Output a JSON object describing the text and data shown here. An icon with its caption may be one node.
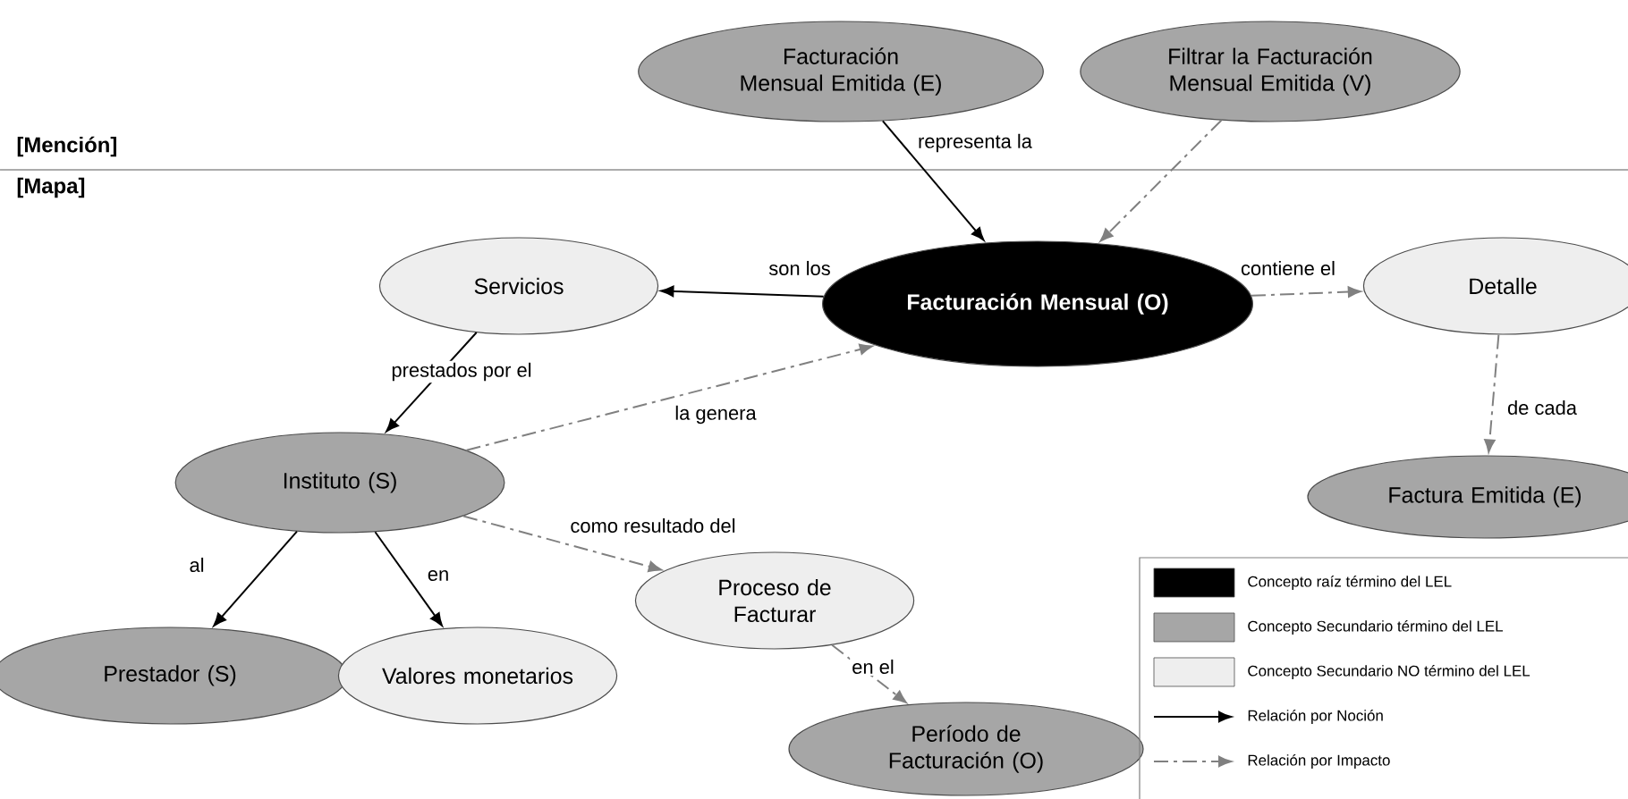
{
  "diagram": {
    "nodes": [
      {
        "text": [
          "Facturación Mensual Emitida (E)"
        ]
      },
      {
        "text": [
          "Filtrar la Facturación Mensual Emitida (V)"
        ]
      },
      {
        "text": [
          "Facturación Mensual (O)"
        ]
      },
      {
        "text": [
          "Servicios"
        ]
      },
      {
        "text": [
          "Detalle"
        ]
      },
      {
        "text": [
          "Instituto (S)"
        ]
      },
      {
        "text": [
          "Factura Emitida (E)"
        ]
      },
      {
        "text": [
          "Proceso de Facturar"
        ]
      },
      {
        "text": [
          "Prestador (S)"
        ]
      },
      {
        "text": [
          "Valores monetarios"
        ]
      },
      {
        "text": [
          "Período de Facturación (O)"
        ]
      }
    ],
    "edges": [
      {
        "from": 0,
        "to": 2,
        "arrow": "to",
        "label": "representa la",
        "color": "#000000"
      },
      {
        "from": 1,
        "to": 2,
        "arrow": "to",
        "style": "dashed",
        "color": "#808080"
      },
      {
        "from": 2,
        "to": 3,
        "arrow": "to",
        "label": "son los",
        "color": "#000000"
      },
      {
        "from": 2,
        "to": 4,
        "arrow": "to",
        "label": "contiene el",
        "style": "dashed",
        "color": "#808080"
      },
      {
        "from": 3,
        "to": 5,
        "arrow": "to",
        "label": "prestados por el",
        "color": "#000000"
      },
      {
        "from": 5,
        "to": 2,
        "arrow": "to",
        "label": "la genera",
        "style": "dashed",
        "color": "#808080"
      },
      {
        "from": 4,
        "to": 6,
        "arrow": "to",
        "label": "de cada",
        "style": "dashed",
        "color": "#808080"
      },
      {
        "from": 5,
        "to": 7,
        "arrow": "to",
        "label": "como resultado del",
        "style": "dashed",
        "color": "#808080"
      },
      {
        "from": 5,
        "to": 8,
        "arrow": "to",
        "label": "al",
        "color": "#000000"
      },
      {
        "from": 5,
        "to": 9,
        "arrow": "to",
        "label": "en",
        "color": "#000000"
      },
      {
        "from": 7,
        "to": 10,
        "arrow": "to",
        "label": "en el",
        "style": "dashed",
        "color": "#808080"
      }
    ],
    "labels": [
      "[Mención]",
      "[Mapa]"
    ],
    "legend": [
      {
        "text": "Concepto raíz término del LEL",
        "color": "#000000"
      },
      {
        "text": "Concepto Secundario término del LEL",
        "color": "#a6a6a6"
      },
      {
        "text": "Concepto Secundario NO término del LEL",
        "color": "#eeeeee"
      },
      {
        "text": "Relación por Noción"
      },
      {
        "text": "Relación por Impacto"
      }
    ]
  }
}
